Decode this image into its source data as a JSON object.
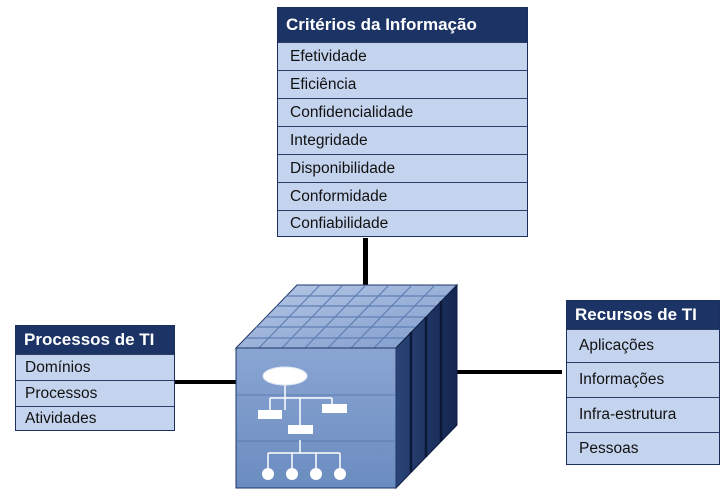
{
  "criterios": {
    "title": "Critérios da Informação",
    "items": [
      "Efetividade",
      "Eficiência",
      "Confidencialidade",
      "Integridade",
      "Disponibilidade",
      "Conformidade",
      "Confiabilidade"
    ]
  },
  "processos": {
    "title": "Processos de TI",
    "items": [
      "Domínios",
      "Processos",
      "Atividades"
    ]
  },
  "recursos": {
    "title": "Recursos de TI",
    "items": [
      "Aplicações",
      "Informações",
      "Infra-estrutura",
      "Pessoas"
    ]
  },
  "colors": {
    "header": "#1c3366",
    "cell": "#c5d4ee",
    "cube_front": "#7d9bc9",
    "cube_side": "#1e3467"
  }
}
